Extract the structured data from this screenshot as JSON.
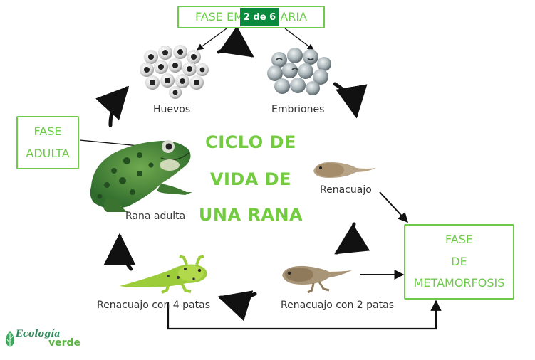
{
  "slide": {
    "counter": "2 de 6"
  },
  "boxes": {
    "embrionaria": [
      "FASE EMBRIONARIA"
    ],
    "adulta": [
      "FASE",
      "ADULTA"
    ],
    "metamorfosis": [
      "FASE",
      "DE",
      "METAMORFOSIS"
    ]
  },
  "title_lines": [
    "CICLO DE",
    "VIDA DE",
    "UNA RANA"
  ],
  "stages": {
    "huevos": "Huevos",
    "embriones": "Embriones",
    "renacuajo": "Renacuajo",
    "renacuajo_2": "Renacuajo con 2 patas",
    "renacuajo_4": "Renacuajo con 4 patas",
    "rana_adulta": "Rana adulta"
  },
  "brand": {
    "line1": "Ecología",
    "line2": "verde"
  },
  "colors": {
    "accent": "#6ecb4a",
    "counter_bg": "#0b8a3e",
    "arrow": "#111111"
  },
  "icons": [
    "eggs-icon",
    "embryos-icon",
    "tadpole-icon",
    "tadpole-two-legs-icon",
    "tadpole-four-legs-icon",
    "adult-frog-icon",
    "leaf-logo-icon"
  ]
}
